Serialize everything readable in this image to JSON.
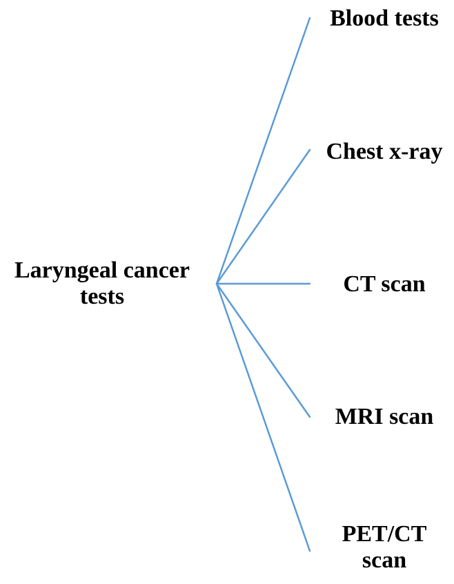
{
  "diagram": {
    "root": {
      "lines": [
        "Laryngeal cancer",
        "tests"
      ]
    },
    "leaves": [
      {
        "lines": [
          "Blood tests"
        ]
      },
      {
        "lines": [
          "Chest x-ray"
        ]
      },
      {
        "lines": [
          "CT scan"
        ]
      },
      {
        "lines": [
          "MRI scan"
        ]
      },
      {
        "lines": [
          "PET/CT",
          "scan"
        ]
      }
    ],
    "connector_color": "#5b9bd5"
  }
}
